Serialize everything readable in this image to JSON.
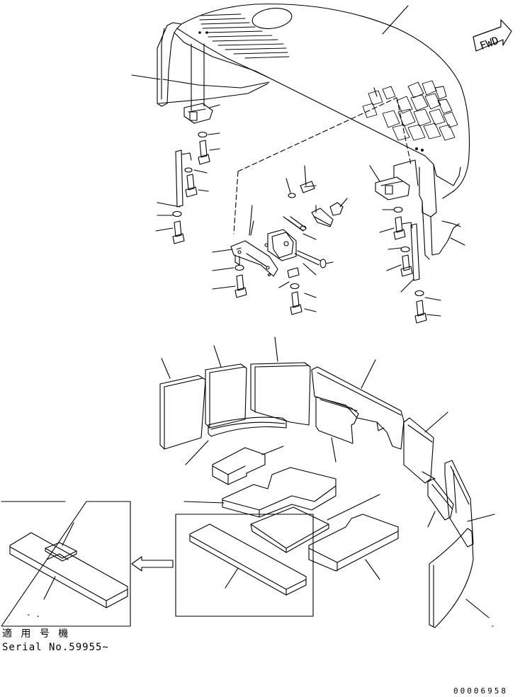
{
  "fwd_label": "FWD",
  "serial": {
    "japanese": "適 用 号 機",
    "english": "Serial No.59955~"
  },
  "drawing_number": "00006958",
  "inset_mark": "- .",
  "corner_mark": "-",
  "colors": {
    "line": "#000000",
    "background": "#ffffff",
    "hatch": "#000000"
  }
}
